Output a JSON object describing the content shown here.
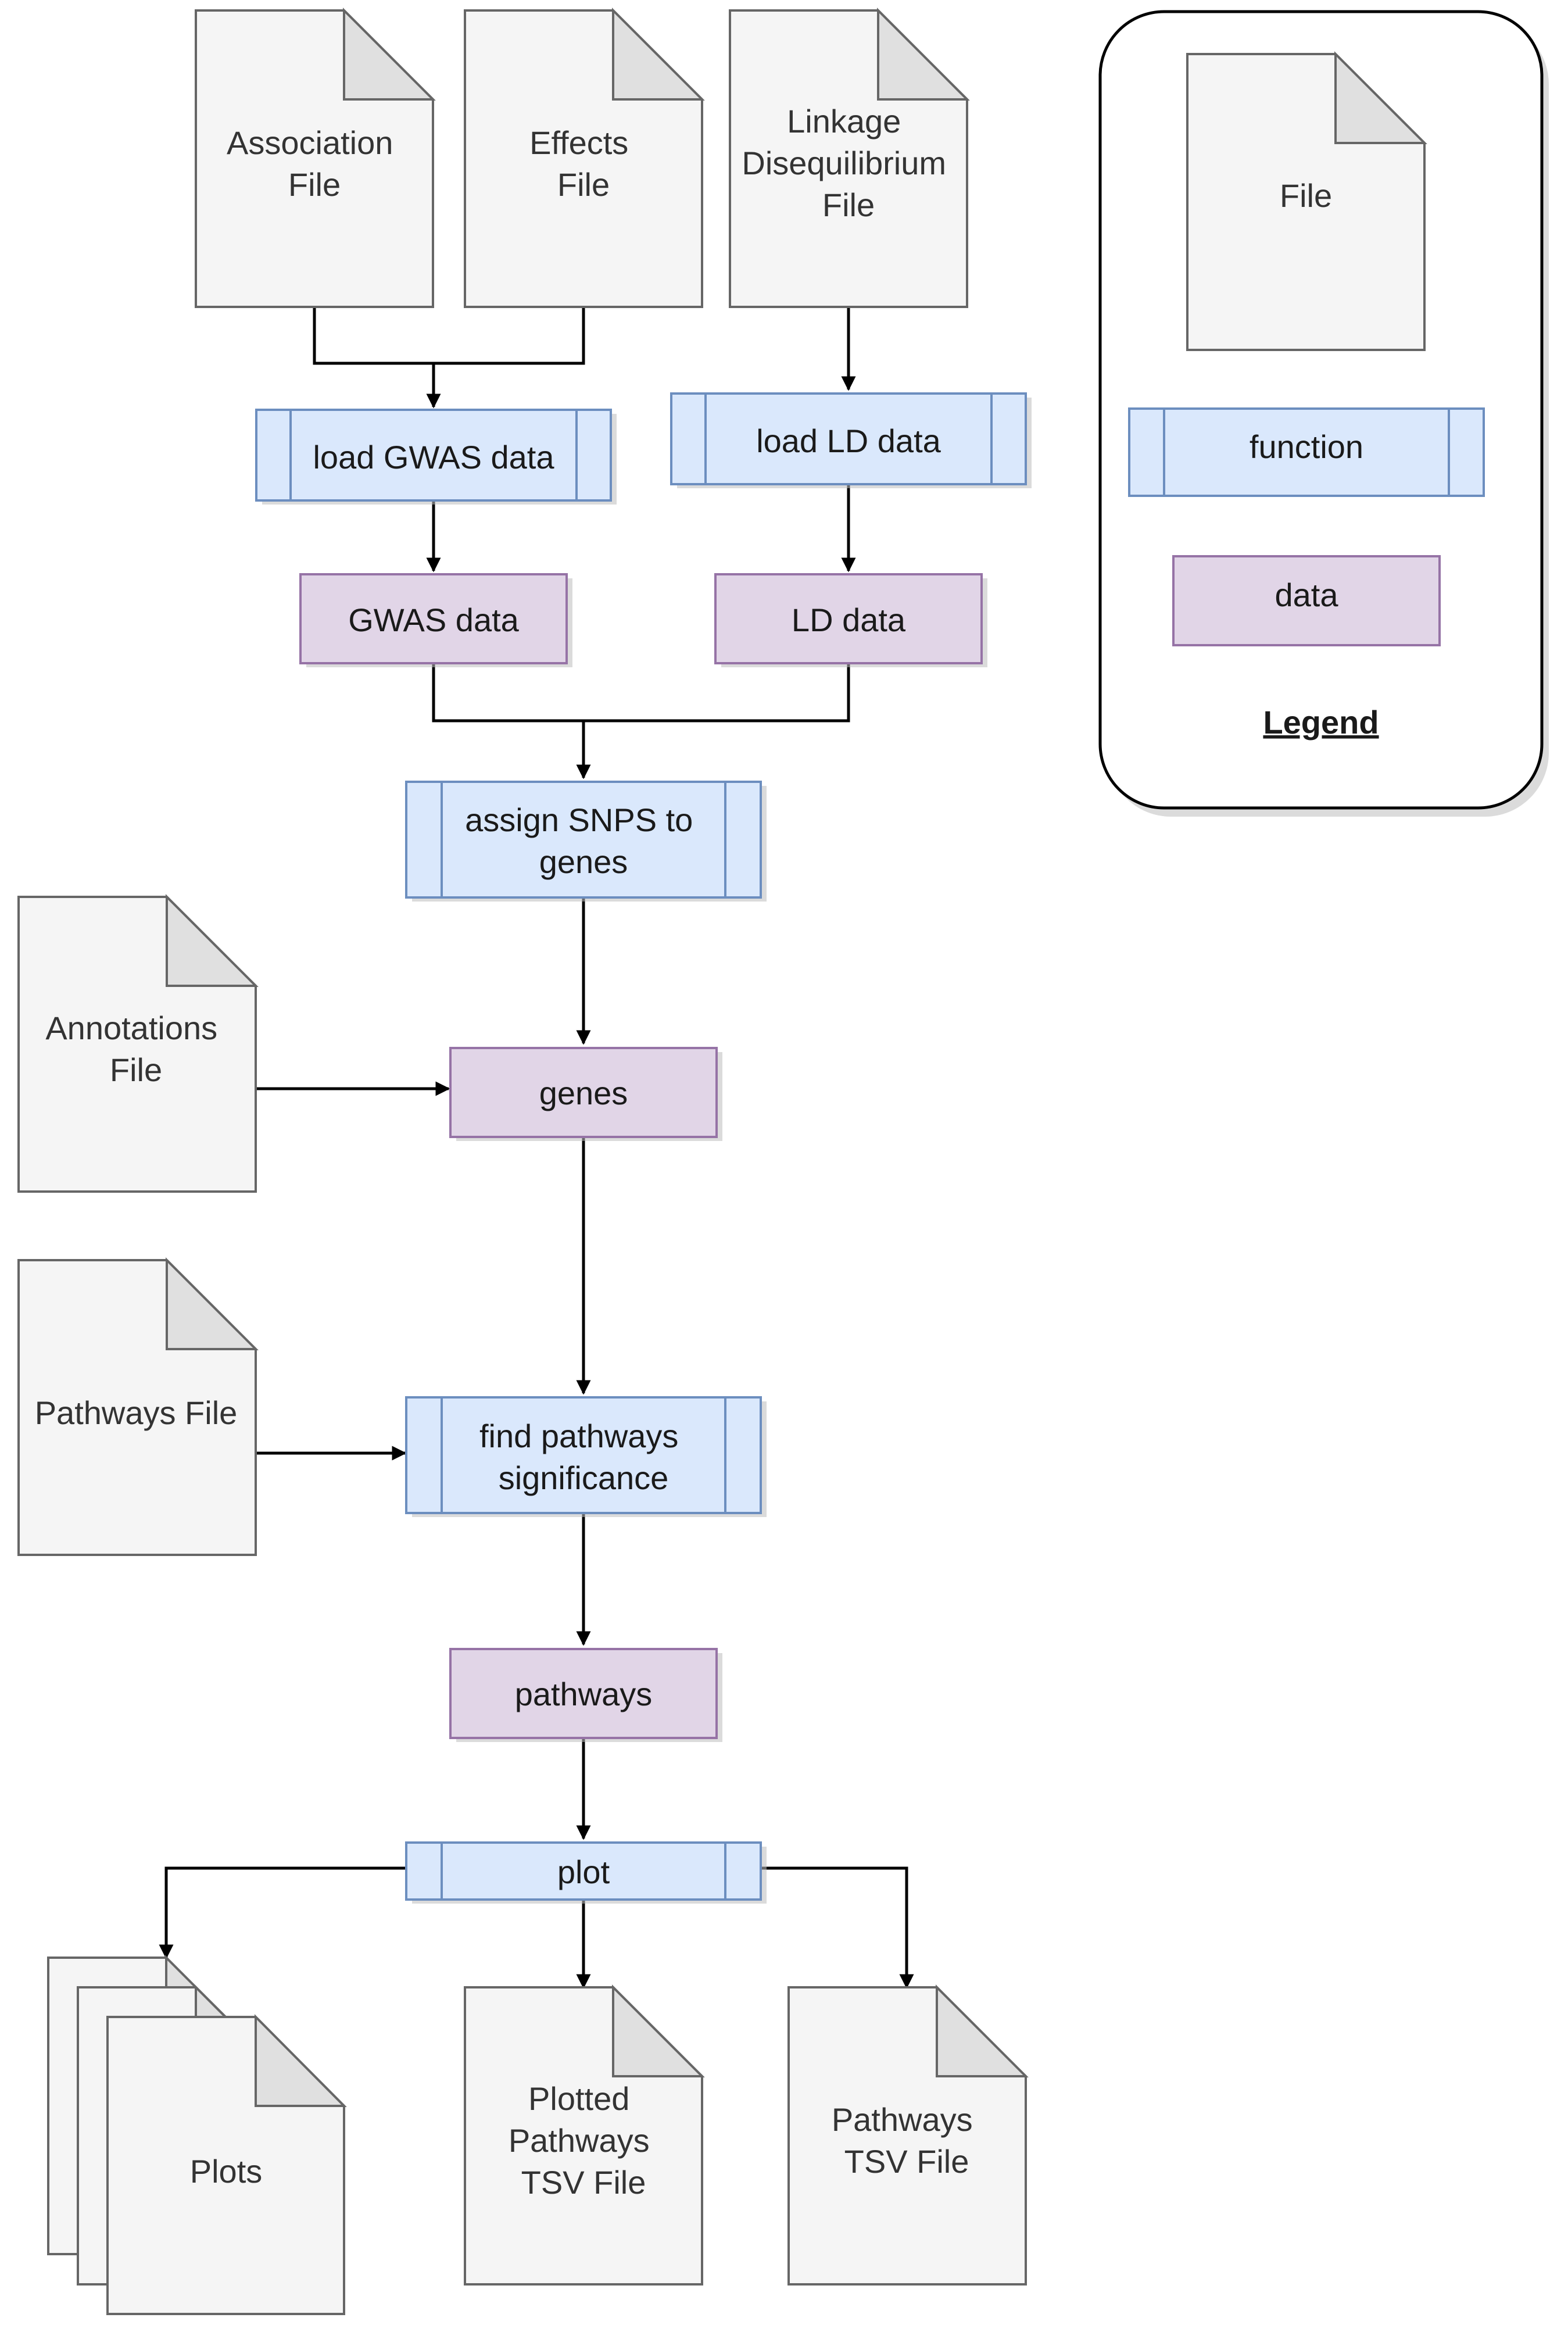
{
  "nodes": {
    "association_file": [
      "Association",
      "File"
    ],
    "effects_file": [
      "Effects",
      "File"
    ],
    "ld_file": [
      "Linkage",
      "Disequilibrium",
      "File"
    ],
    "load_gwas": [
      "load GWAS data"
    ],
    "load_ld": [
      "load LD data"
    ],
    "gwas_data": [
      "GWAS data"
    ],
    "ld_data": [
      "LD data"
    ],
    "assign_snps": [
      "assign SNPS to",
      "genes"
    ],
    "annotations_file": [
      "Annotations",
      "File"
    ],
    "genes": [
      "genes"
    ],
    "pathways_file": [
      "Pathways File"
    ],
    "find_pathways": [
      "find pathways",
      "significance"
    ],
    "pathways": [
      "pathways"
    ],
    "plot": [
      "plot"
    ],
    "plots": [
      "Plots"
    ],
    "plotted_tsv": [
      "Plotted",
      "Pathways",
      "TSV File"
    ],
    "pathways_tsv": [
      "Pathways",
      "TSV File"
    ]
  },
  "legend": {
    "file": "File",
    "function": "function",
    "data": "data",
    "title": "Legend"
  },
  "colors": {
    "file_fill": "#f5f5f5",
    "function_fill": "#dae8fc",
    "function_stroke": "#6c8ebf",
    "data_fill": "#e1d5e7",
    "data_stroke": "#9673a6"
  },
  "edges": [
    [
      "association_file",
      "load_gwas"
    ],
    [
      "effects_file",
      "load_gwas"
    ],
    [
      "ld_file",
      "load_ld"
    ],
    [
      "load_gwas",
      "gwas_data"
    ],
    [
      "load_ld",
      "ld_data"
    ],
    [
      "gwas_data",
      "assign_snps"
    ],
    [
      "ld_data",
      "assign_snps"
    ],
    [
      "assign_snps",
      "genes"
    ],
    [
      "annotations_file",
      "genes"
    ],
    [
      "genes",
      "find_pathways"
    ],
    [
      "pathways_file",
      "find_pathways"
    ],
    [
      "find_pathways",
      "pathways"
    ],
    [
      "pathways",
      "plot"
    ],
    [
      "plot",
      "plots"
    ],
    [
      "plot",
      "plotted_tsv"
    ],
    [
      "plot",
      "pathways_tsv"
    ]
  ]
}
